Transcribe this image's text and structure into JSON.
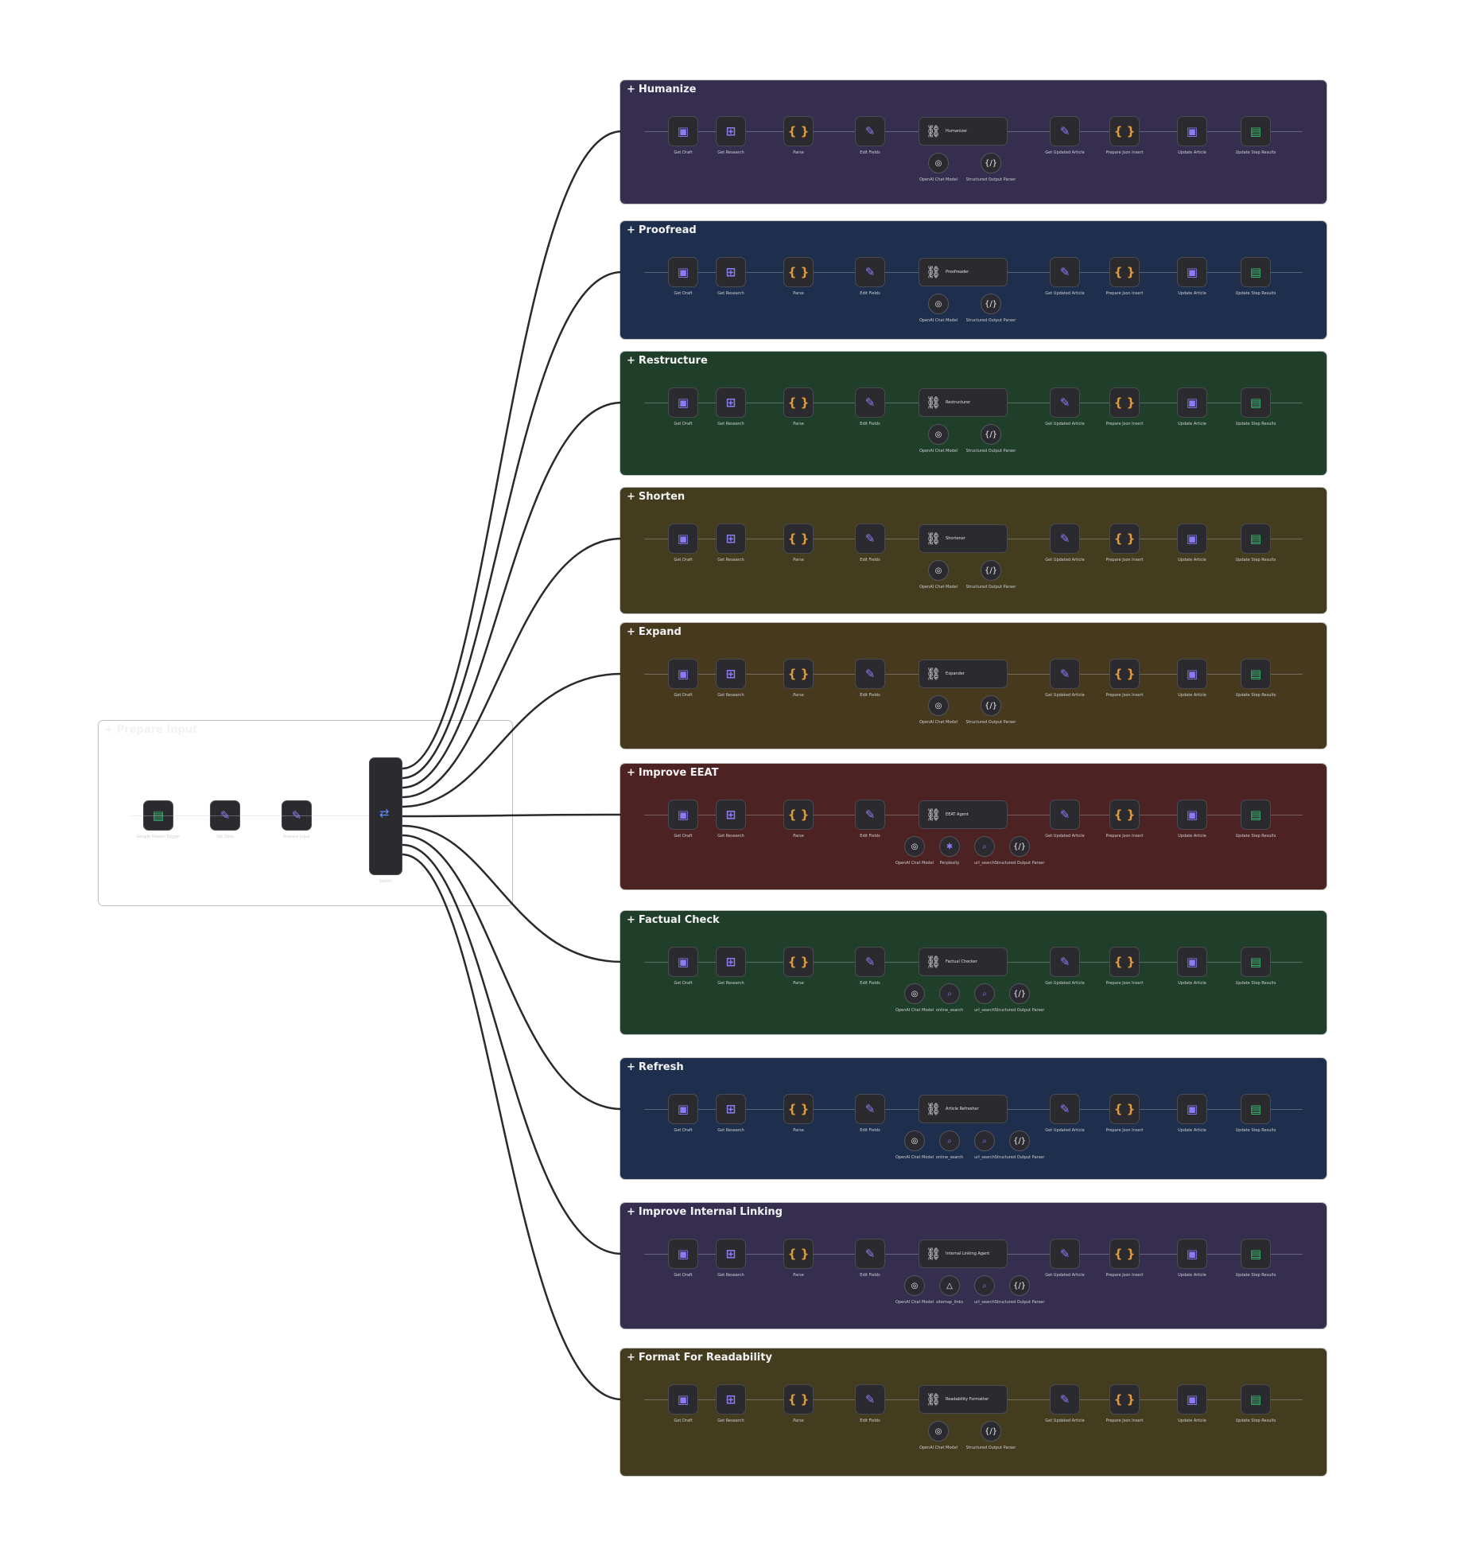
{
  "canvas": {
    "background": "#ffffff",
    "wire_color": "#2a2a2a"
  },
  "prepare_group": {
    "title": "Prepare Input",
    "color": "#2e2e30",
    "nodes": [
      {
        "label": "Google Sheets Trigger",
        "icon": "sheets-icon"
      },
      {
        "label": "Set Data",
        "icon": "pencil-icon"
      },
      {
        "label": "Prepare Input",
        "icon": "pencil-icon"
      },
      {
        "label": "Switch",
        "icon": "switch-icon"
      }
    ]
  },
  "groups": [
    {
      "id": "humanize",
      "title": "Humanize",
      "color": "#352e4f",
      "agent": "Humanizer",
      "nodes": [
        "Get Draft",
        "Get Research",
        "Parse",
        "Edit Fields",
        "Get Updated Article",
        "Prepare Json Insert",
        "Update Article",
        "Update Step Results"
      ],
      "subs": [
        "OpenAI Chat Model",
        "Structured Output Parser"
      ]
    },
    {
      "id": "proofread",
      "title": "Proofread",
      "color": "#1e2f4d",
      "agent": "Proofreader",
      "nodes": [
        "Get Draft",
        "Get Research",
        "Parse",
        "Edit Fields",
        "Get Updated Article",
        "Prepare Json Insert",
        "Update Article",
        "Update Step Results"
      ],
      "subs": [
        "OpenAI Chat Model",
        "Structured Output Parser"
      ]
    },
    {
      "id": "restructure",
      "title": "Restructure",
      "color": "#1f3f2a",
      "agent": "Restructurer",
      "nodes": [
        "Get Draft",
        "Get Research",
        "Parse",
        "Edit Fields",
        "Get Updated Article",
        "Prepare Json Insert",
        "Update Article",
        "Update Step Results"
      ],
      "subs": [
        "OpenAI Chat Model",
        "Structured Output Parser"
      ]
    },
    {
      "id": "shorten",
      "title": "Shorten",
      "color": "#433c1e",
      "agent": "Shortener",
      "nodes": [
        "Get Draft",
        "Get Research",
        "Parse",
        "Edit Fields",
        "Get Updated Article",
        "Prepare Json Insert",
        "Update Article",
        "Update Step Results"
      ],
      "subs": [
        "OpenAI Chat Model",
        "Structured Output Parser"
      ]
    },
    {
      "id": "expand",
      "title": "Expand",
      "color": "#47391d",
      "agent": "Expander",
      "nodes": [
        "Get Draft",
        "Get Research",
        "Parse",
        "Edit Fields",
        "Get Updated Article",
        "Prepare Json Insert",
        "Update Article",
        "Update Step Results"
      ],
      "subs": [
        "OpenAI Chat Model",
        "Structured Output Parser"
      ]
    },
    {
      "id": "eeat",
      "title": "Improve EEAT",
      "color": "#4d2222",
      "agent": "EEAT Agent",
      "nodes": [
        "Get Draft",
        "Get Research",
        "Parse",
        "Edit Fields",
        "Get Updated Article",
        "Prepare Json Insert",
        "Update Article",
        "Update Step Results"
      ],
      "subs": [
        "OpenAI Chat Model",
        "Perplexity",
        "url_search",
        "Structured Output Parser"
      ]
    },
    {
      "id": "factual",
      "title": "Factual Check",
      "color": "#1f3f2a",
      "agent": "Factual Checker",
      "nodes": [
        "Get Draft",
        "Get Research",
        "Parse",
        "Edit Fields",
        "Get Updated Article",
        "Prepare Json Insert",
        "Update Article",
        "Update Step Results"
      ],
      "subs": [
        "OpenAI Chat Model",
        "online_search",
        "url_search",
        "Structured Output Parser"
      ]
    },
    {
      "id": "refresh",
      "title": "Refresh",
      "color": "#1e2f4d",
      "agent": "Article Refresher",
      "nodes": [
        "Get Draft",
        "Get Research",
        "Parse",
        "Edit Fields",
        "Get Updated Article",
        "Prepare Json Insert",
        "Update Article",
        "Update Step Results"
      ],
      "subs": [
        "OpenAI Chat Model",
        "online_search",
        "url_search",
        "Structured Output Parser"
      ]
    },
    {
      "id": "linking",
      "title": "Improve Internal Linking",
      "color": "#352e4f",
      "agent": "Internal Linking Agent",
      "nodes": [
        "Get Draft",
        "Get Research",
        "Parse",
        "Edit Fields",
        "Get Updated Article",
        "Prepare Json Insert",
        "Update Article",
        "Update Step Results"
      ],
      "subs": [
        "OpenAI Chat Model",
        "sitemap_links",
        "url_search",
        "Structured Output Parser"
      ]
    },
    {
      "id": "readability",
      "title": "Format For Readability",
      "color": "#433c1e",
      "agent": "Readability Formatter",
      "nodes": [
        "Get Draft",
        "Get Research",
        "Parse",
        "Edit Fields",
        "Get Updated Article",
        "Prepare Json Insert",
        "Update Article",
        "Update Step Results"
      ],
      "subs": [
        "OpenAI Chat Model",
        "Structured Output Parser"
      ]
    }
  ],
  "node_icons": [
    "db-icon",
    "table-icon",
    "code-icon",
    "pencil-icon",
    "pencil-icon",
    "code-icon",
    "db-icon",
    "sheets-icon"
  ]
}
